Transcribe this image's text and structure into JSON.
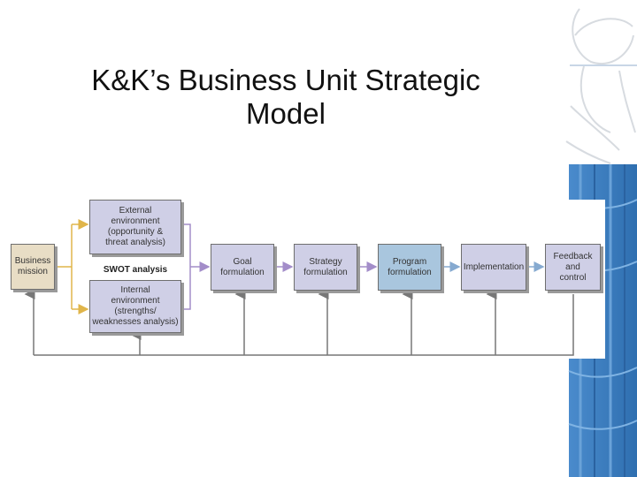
{
  "slide": {
    "title_line1": "K&K’s Business Unit Strategic",
    "title_line2": "Model"
  },
  "diagram": {
    "business_mission": "Business\nmission",
    "external_environment": "External\nenvironment\n(opportunity &\nthreat analysis)",
    "swot_label": "SWOT analysis",
    "internal_environment": "Internal\nenvironment\n(strengths/\nweaknesses analysis)",
    "goal_formulation": "Goal\nformulation",
    "strategy_formulation": "Strategy\nformulation",
    "program_formulation": "Program\nformulation",
    "implementation": "Implementation",
    "feedback_and_control": "Feedback\nand\ncontrol"
  },
  "colors": {
    "mission_fill": "#e8ddc5",
    "step_fill": "#cfcfe6",
    "program_fill": "#a9c6de",
    "gold_arrow": "#e0b54a",
    "purple_arrow": "#a38dc9",
    "blue_arrow": "#86aad0",
    "feedback_line": "#777777",
    "decor_blue": "#3e7fc1"
  }
}
